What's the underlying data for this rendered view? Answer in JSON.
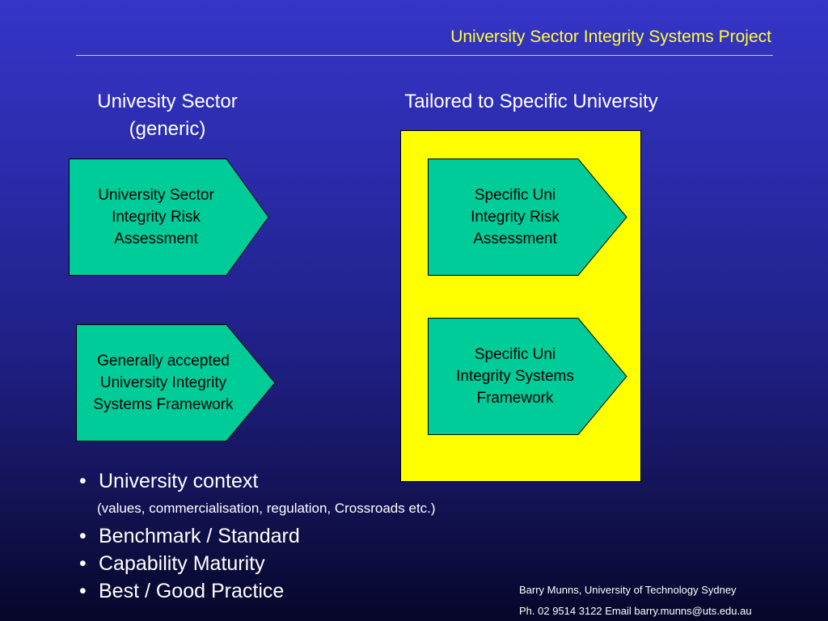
{
  "header": {
    "title": "University Sector Integrity Systems Project"
  },
  "columns": {
    "left_heading_line1": "Univesity Sector",
    "left_heading_line2": "(generic)",
    "right_heading": "Tailored to Specific University"
  },
  "shapes": {
    "generic_risk": [
      "University Sector",
      "Integrity Risk",
      "Assessment"
    ],
    "generic_framework": [
      "Generally accepted",
      "University Integrity",
      "Systems Framework"
    ],
    "specific_risk": [
      "Specific Uni",
      "Integrity Risk",
      "Assessment"
    ],
    "specific_framework": [
      "Specific Uni",
      "Integrity Systems",
      "Framework"
    ]
  },
  "bullets": {
    "item1": "University context",
    "item1_detail": "(values, commercialisation, regulation, Crossroads etc.)",
    "item2": "Benchmark / Standard",
    "item3": "Capability Maturity",
    "item4": "Best / Good Practice"
  },
  "footer": {
    "line1": "Barry Munns, University of Technology Sydney",
    "line2": "Ph. 02 9514 3122 Email barry.munns@uts.edu.au"
  },
  "colors": {
    "shape_fill": "#00cc99",
    "panel_fill": "#ffff00",
    "title_color": "#ffff33"
  }
}
